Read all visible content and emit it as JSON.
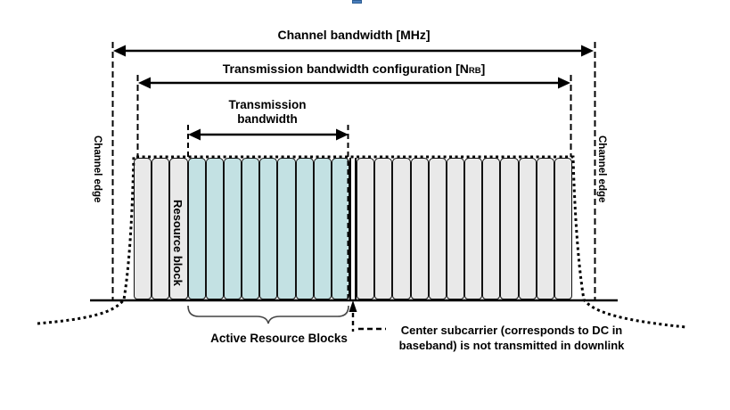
{
  "figure": {
    "channel_bandwidth_label": "Channel bandwidth [MHz]",
    "tx_bw_config_prefix": "Transmission bandwidth configuration [N",
    "tx_bw_config_subscript": "RB",
    "tx_bw_config_suffix": "]",
    "tx_bw_label": "Transmission bandwidth",
    "channel_edge_left_label": "Channel edge",
    "channel_edge_right_label": "Channel edge",
    "resource_block_label": "Resource block",
    "active_rb_label": "Active Resource Blocks",
    "center_subcarrier_note": "Center subcarrier (corresponds to DC in baseband) is not transmitted in downlink"
  },
  "blocks": {
    "left_inactive_count": 3,
    "active_count": 9,
    "right_inactive_count": 12,
    "active_color": "#c3e1e3",
    "inactive_color": "#e9e9e9",
    "border_color": "#111111"
  },
  "colors": {
    "selection_handle": "#4a7ebc",
    "line": "#000000",
    "background": "#ffffff"
  }
}
